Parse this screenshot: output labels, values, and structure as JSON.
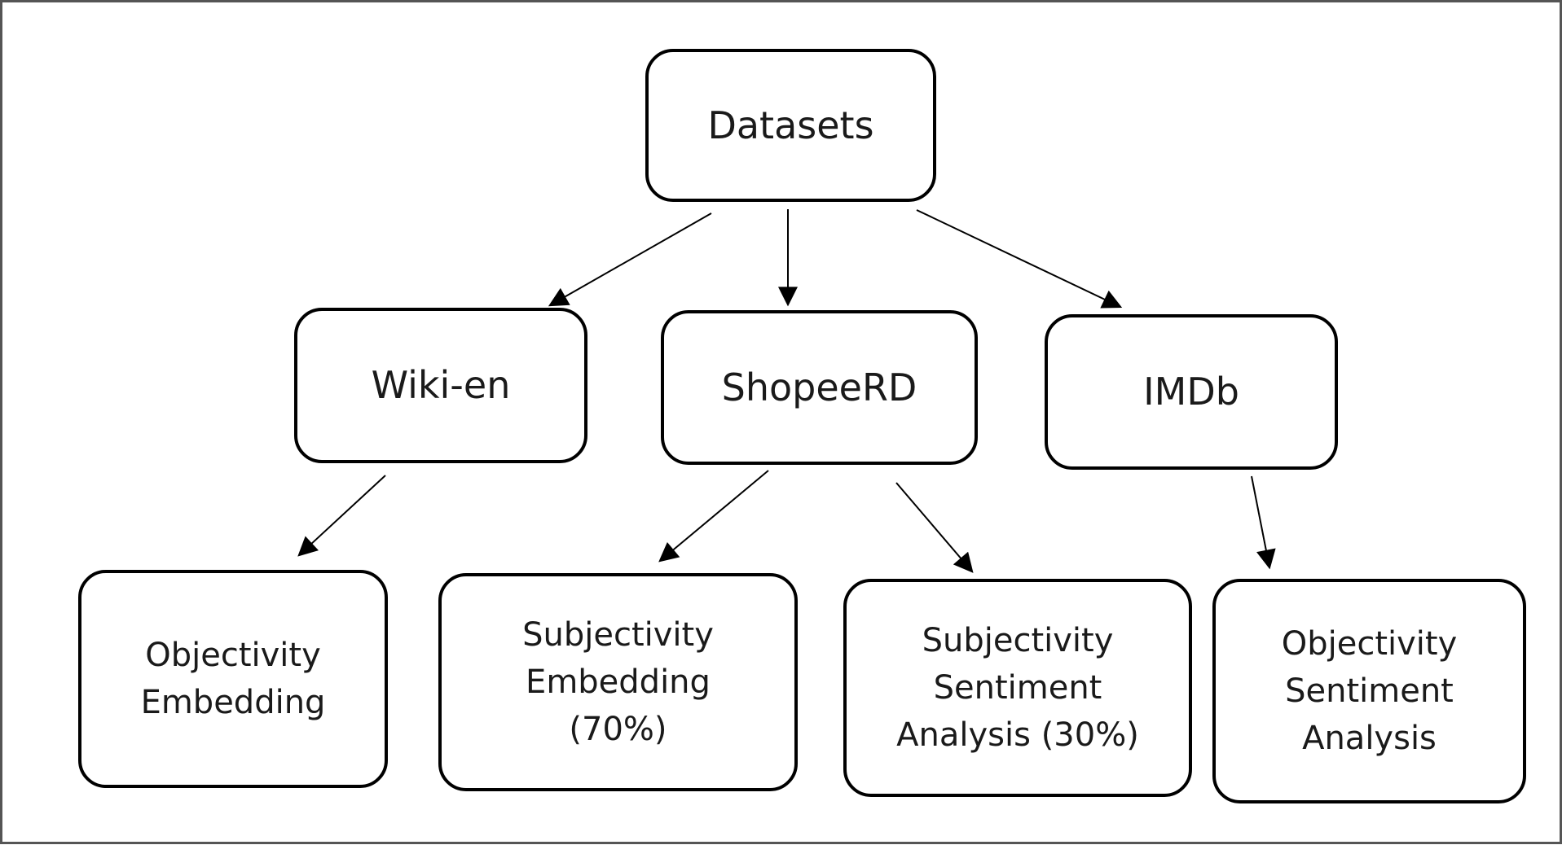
{
  "diagram": {
    "root": {
      "label": "Datasets"
    },
    "datasets": [
      {
        "label": "Wiki-en"
      },
      {
        "label": "ShopeeRD"
      },
      {
        "label": "IMDb"
      }
    ],
    "tasks": [
      {
        "label": "Objectivity\nEmbedding"
      },
      {
        "label": "Subjectivity\nEmbedding\n(70%)"
      },
      {
        "label": "Subjectivity\nSentiment\nAnalysis (30%)"
      },
      {
        "label": "Objectivity\nSentiment\nAnalysis"
      }
    ],
    "edges": [
      {
        "from": "Datasets",
        "to": "Wiki-en"
      },
      {
        "from": "Datasets",
        "to": "ShopeeRD"
      },
      {
        "from": "Datasets",
        "to": "IMDb"
      },
      {
        "from": "Wiki-en",
        "to": "Objectivity Embedding"
      },
      {
        "from": "ShopeeRD",
        "to": "Subjectivity Embedding (70%)"
      },
      {
        "from": "ShopeeRD",
        "to": "Subjectivity Sentiment Analysis (30%)"
      },
      {
        "from": "IMDb",
        "to": "Objectivity Sentiment Analysis"
      }
    ],
    "colors": {
      "stroke": "#000000",
      "text": "#1a1a1a",
      "frame": "#555555",
      "background": "#ffffff"
    }
  }
}
